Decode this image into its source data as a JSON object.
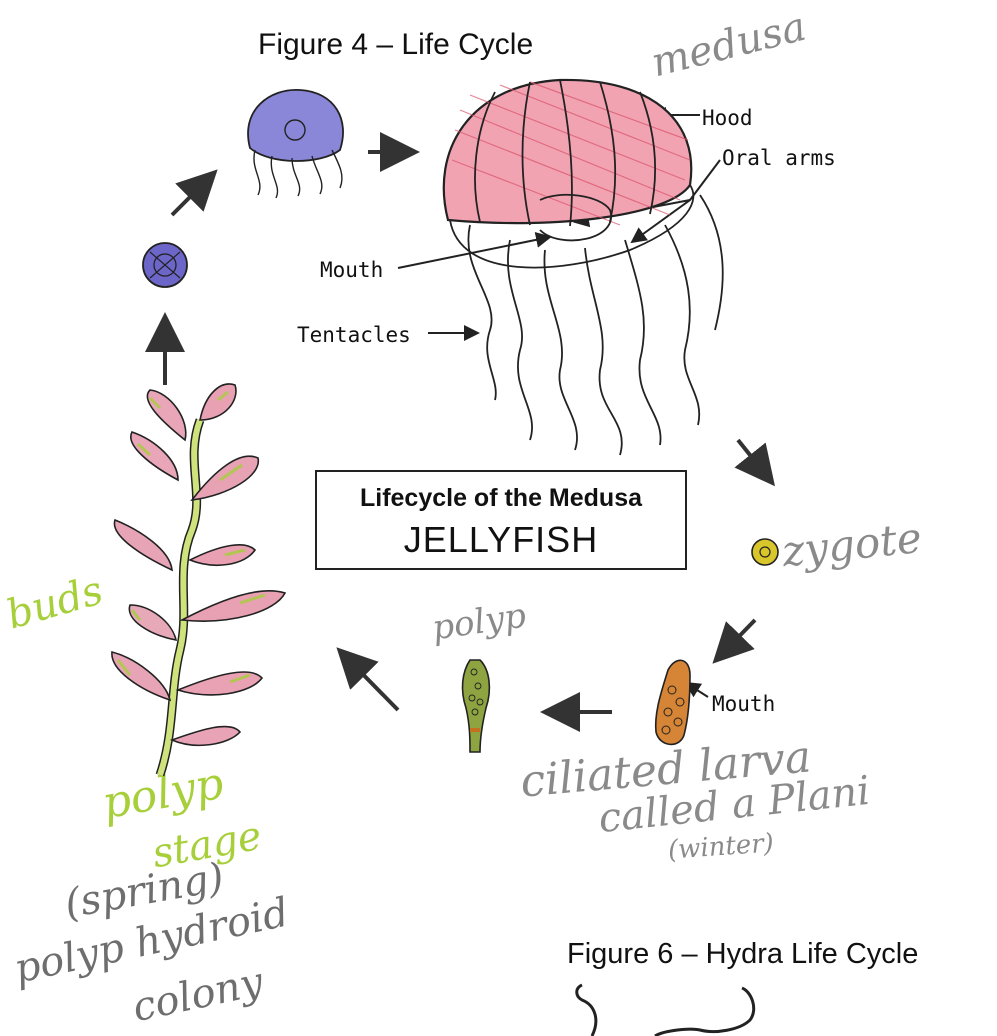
{
  "figure4_title": "Figure 4 – Life Cycle",
  "figure6_title": "Figure 6 – Hydra Life Cycle",
  "center_box": {
    "line1": "Lifecycle of the Medusa",
    "line2": "JELLYFISH"
  },
  "labels": {
    "hood": "Hood",
    "oral_arms": "Oral arms",
    "mouth_medusa": "Mouth",
    "tentacles": "Tentacles",
    "mouth_larva": "Mouth"
  },
  "handwritten": {
    "medusa": "medusa",
    "zygote": "zygote",
    "polyp": "polyp",
    "buds": "buds",
    "larva_line1": "ciliated larva",
    "larva_line2": "called a Plani",
    "larva_line3": "(winter)",
    "polyp_stage_1": "polyp",
    "polyp_stage_2": "stage",
    "colony_1": "(spring)",
    "colony_2": "polyp hydroid",
    "colony_3": "colony"
  },
  "colors": {
    "ink": "#1a1a1a",
    "medusa_pink": "#d9546a",
    "young_medusa_purple": "#5a4fbf",
    "polyp_green": "#9fc43a",
    "pencil_green": "#a6cf3a",
    "zygote_yellow": "#c9b417",
    "larva_orange": "#c5701f",
    "pencil_gray": "#666666"
  },
  "icons": [
    "arrow-icon",
    "medusa-jellyfish-drawing",
    "young-medusa-drawing",
    "ephyra-drawing",
    "zygote-drawing",
    "larva-drawing",
    "polyp-drawing",
    "hydroid-colony-drawing",
    "hydra-drawing"
  ]
}
